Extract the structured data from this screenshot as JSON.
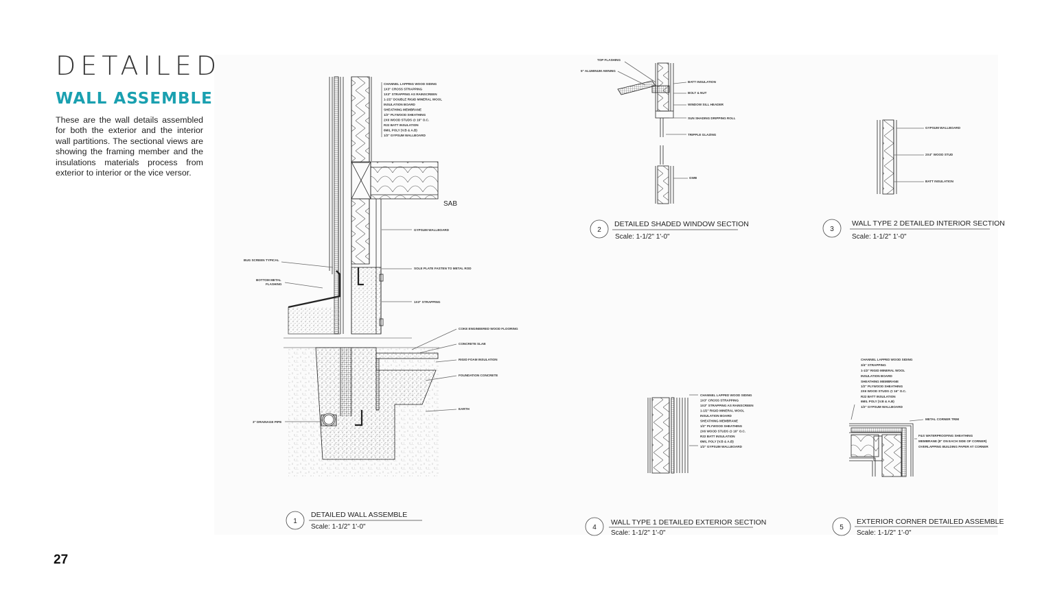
{
  "header": {
    "title_light": "DETAILED",
    "title_bold": "WALL ASSEMBLE",
    "description": "These are the wall details assembled for both the exterior and the interior wall partitions. The sectional views are showing the framing member and the insulations materials process from exterior to interior or the vice versor."
  },
  "page_number": "27",
  "details": [
    {
      "num": "1",
      "title": "DETAILED WALL ASSEMBLE",
      "scale": "Scale: 1-1/2\" 1'-0\""
    },
    {
      "num": "2",
      "title": "DETAILED SHADED WINDOW SECTION",
      "scale": "Scale: 1-1/2\" 1'-0\""
    },
    {
      "num": "3",
      "title": "WALL TYPE 2 DETAILED INTERIOR SECTION",
      "scale": "Scale: 1-1/2\" 1'-0\""
    },
    {
      "num": "4",
      "title": "WALL TYPE 1 DETAILED EXTERIOR SECTION",
      "scale": "Scale: 1-1/2\" 1'-0\""
    },
    {
      "num": "5",
      "title": "EXTERIOR CORNER DETAILED ASSEMBLE",
      "scale": "Scale: 1-1/2\" 1'-0\""
    }
  ],
  "detail1_notes": {
    "wall_layers": [
      "CHANNEL LAPPING WOOD SIDING",
      "1X3\" CROSS STRAPPING",
      "1X3\" STRAPPING AS RAINSCREEN",
      "1-1/2\" DOUBLE RIGID MINERAL WOOL",
      "INSULATION BOARD",
      "SHEATHING MEMBRANE",
      "1/2\" PLYWOOD SHEATHING",
      "2X6 WOOD STUDS @ 16\" O.C.",
      "R22 BATT INSULATION",
      "6MIL POLY (V.B & A.B)",
      "1/2\" GYPSUM WALLBOARD"
    ],
    "sab": "SAB",
    "gypsum": "GYPSUM WALLBOARD",
    "sole_plate": "SOLE PLATE FASTEN TO METAL ROD",
    "strapping": "1X3\" STRAPPING",
    "bug_screen": "BUG SCREEN TYPICAL",
    "bottom_flashing_1": "BOTTOM METAL",
    "bottom_flashing_2": "FLASHING",
    "floor_layers": [
      "COKE ENGINEERED WOOD FLOORING",
      "CONCRETE SLAB",
      "RIGID FOAM INSULATION",
      "FOUNDATION CONCRETE",
      "EARTH"
    ],
    "drain": "3\" DRAINAGE PIPE"
  },
  "detail2_notes": {
    "top_flashing": "TOP FLASHING",
    "awning": "5\" ALUMINUM AWNING",
    "batt": "BATT INSULATION",
    "bolt": "BOLT & NUT",
    "header": "WINDOW SILL HEADER",
    "shading": "SUN SHADING DRIPPING ROLL",
    "glazing": "TRIPPLE GLAZING",
    "gwb": "GWB"
  },
  "detail3_notes": {
    "gypsum": "GYPSUM WALLBOARD",
    "stud": "2X4\" WOOD STUD",
    "batt": "BATT INSULATION"
  },
  "detail4_notes": [
    "CHANNEL LAPPED WOOD SIDING",
    "1X3\" CROSS STRAPPING",
    "1X3\" STRAPPING AS RAINSCREEN",
    "1-1/2\" RIGID MINERAL WOOL",
    "INSULATION BOARD",
    "SHEATHING MEMBRANE",
    "1/2\" PLYWOOD SHEATHING",
    "2X6 WOOD STUDS @ 16\" O.C.",
    "R22 BATT INSULATION",
    "6MIL POLY (V.B & A.B)",
    "1/2\" GYPSUM WALLBOARD"
  ],
  "detail5_notes": {
    "layers": [
      "CHANNEL LAPPED WOOD SIDING",
      "3/4\" STRAPPING",
      "1-1/2\" RIGID MINERAL WOOL",
      "INSULATION BOARD",
      "SHEATHING MEMBRANE",
      "1/2\" PLYWOOD SHEATHING",
      "2X6 WOOD STUDS @ 16\" O.C.",
      "R22 BATT INSULATION",
      "6MIL POLY (V.B & A.B)",
      "1/2\" GYPSUM WALLBOARD"
    ],
    "corner_trim": "METAL CORNER TRIM",
    "waterproof_1": "F&S WATERPROOFING SHEATHING",
    "waterproof_2": "MEMBRANE (8\" ON EACH SIDE OF CORNER)",
    "waterproof_3": "OVERLAPPING BUILDING PAPER AT CORNER"
  },
  "colors": {
    "accent": "#1aa0b0",
    "line": "#222222",
    "background": "#ffffff"
  }
}
